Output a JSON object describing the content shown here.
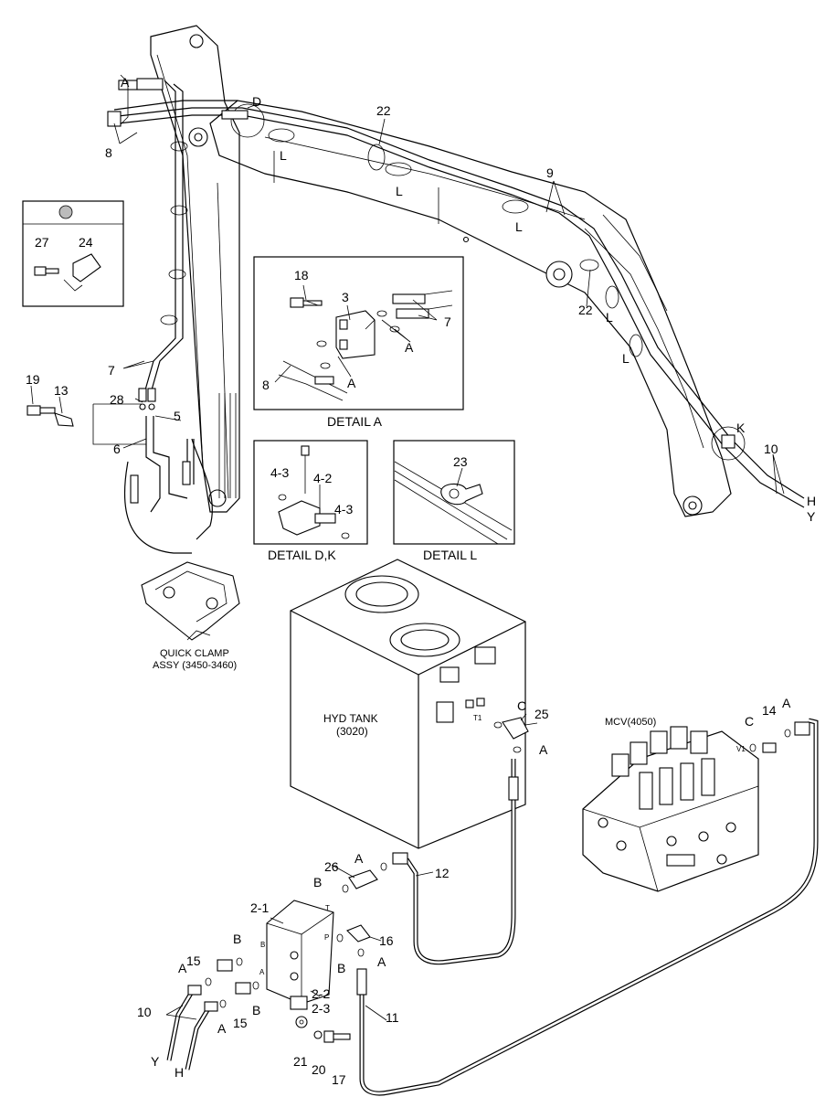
{
  "callouts": {
    "n2_1": "2-1",
    "n2_2": "2-2",
    "n2_3": "2-3",
    "n3": "3",
    "n4_2": "4-2",
    "n4_3a": "4-3",
    "n4_3b": "4-3",
    "n5": "5",
    "n6": "6",
    "n7a": "7",
    "n7b": "7",
    "n8a": "8",
    "n8b": "8",
    "n9": "9",
    "n10a": "10",
    "n10b": "10",
    "n11": "11",
    "n12": "12",
    "n13": "13",
    "n14": "14",
    "n15a": "15",
    "n15b": "15",
    "n16": "16",
    "n17": "17",
    "n18": "18",
    "n19": "19",
    "n20": "20",
    "n21": "21",
    "n22a": "22",
    "n22b": "22",
    "n23": "23",
    "n24": "24",
    "n25": "25",
    "n26": "26",
    "n27": "27",
    "n28": "28"
  },
  "letters": {
    "A": "A",
    "B": "B",
    "C": "C",
    "D": "D",
    "K": "K",
    "L": "L",
    "H": "H",
    "Y": "Y",
    "T": "T",
    "P": "P",
    "T1": "T1",
    "V1": "V1"
  },
  "captions": {
    "detail_a": "DETAIL  A",
    "detail_dk": "DETAIL  D,K",
    "detail_l": "DETAIL L",
    "hyd_tank_1": "HYD TANK",
    "hyd_tank_2": "(3020)",
    "mcv": "MCV(4050)",
    "quick_clamp_1": "QUICK CLAMP",
    "quick_clamp_2": "ASSY (3450-3460)"
  }
}
